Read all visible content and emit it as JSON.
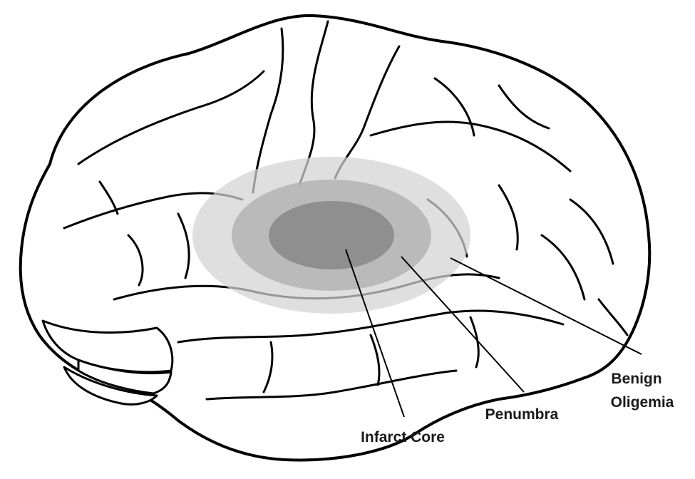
{
  "zones": {
    "outer_color": "#d3d3d3",
    "middle_color": "#b0b0b0",
    "inner_color": "#8c8c8c"
  },
  "labels": {
    "infarct_core": "Infarct Core",
    "penumbra": "Penumbra",
    "benign_line1": "Benign",
    "benign_line2": "Oligemia"
  }
}
